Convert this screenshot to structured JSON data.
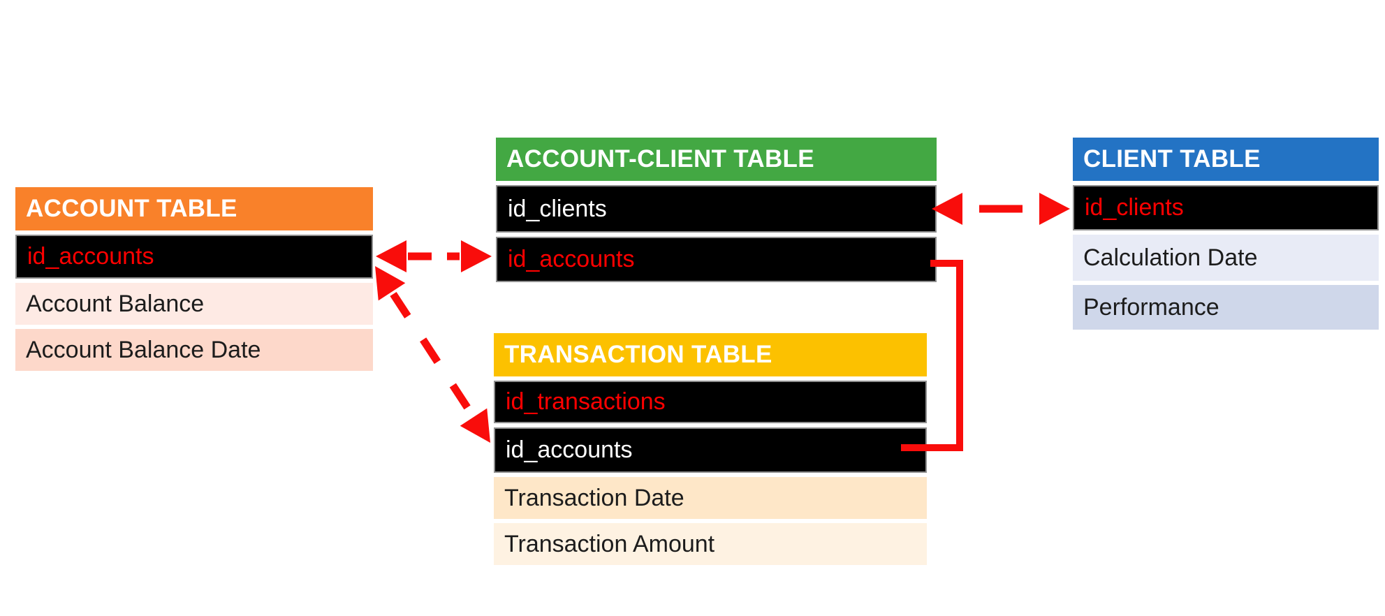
{
  "canvas": {
    "background": "#FFFFFF"
  },
  "tables": [
    {
      "title": "ACCOUNT TABLE",
      "header_color": "#F9812A",
      "rows": [
        {
          "label": "id_accounts",
          "bg": "#000000",
          "fg": "#FE0000"
        },
        {
          "label": "Account Balance",
          "bg": "#FEEAE4",
          "fg": "#1C1C1C"
        },
        {
          "label": "Account Balance Date",
          "bg": "#FDD8CA",
          "fg": "#1C1C1C"
        }
      ]
    },
    {
      "title": "ACCOUNT-CLIENT TABLE",
      "header_color": "#43A843",
      "rows": [
        {
          "label": "id_clients",
          "bg": "#000000",
          "fg": "#FFFFFF"
        },
        {
          "label": "id_accounts",
          "bg": "#000000",
          "fg": "#FE0000"
        }
      ]
    },
    {
      "title": "TRANSACTION TABLE",
      "header_color": "#FCC100",
      "rows": [
        {
          "label": "id_transactions",
          "bg": "#000000",
          "fg": "#FE0000"
        },
        {
          "label": "id_accounts",
          "bg": "#000000",
          "fg": "#FFFFFF"
        },
        {
          "label": "Transaction Date",
          "bg": "#FEE7C8",
          "fg": "#1C1C1C"
        },
        {
          "label": "Transaction Amount",
          "bg": "#FEF2E2",
          "fg": "#1C1C1C"
        }
      ]
    },
    {
      "title": "CLIENT TABLE",
      "header_color": "#2373C4",
      "rows": [
        {
          "label": "id_clients",
          "bg": "#000000",
          "fg": "#FE0000"
        },
        {
          "label": "Calculation Date",
          "bg": "#E8EBF6",
          "fg": "#1C1C1C"
        },
        {
          "label": "Performance",
          "bg": "#CFD7EA",
          "fg": "#1C1C1C"
        }
      ]
    }
  ],
  "connectors": {
    "color": "#F90D0B",
    "items": [
      {
        "from": "ACCOUNT TABLE.id_accounts",
        "to": "ACCOUNT-CLIENT TABLE.id_accounts",
        "line": "dashed",
        "arrows": "both"
      },
      {
        "from": "ACCOUNT TABLE.id_accounts",
        "to": "TRANSACTION TABLE.id_accounts",
        "line": "dashed",
        "arrows": "both"
      },
      {
        "from": "ACCOUNT-CLIENT TABLE.id_clients",
        "to": "CLIENT TABLE.id_clients",
        "line": "dashed",
        "arrows": "both"
      },
      {
        "from": "ACCOUNT-CLIENT TABLE.id_accounts",
        "to": "TRANSACTION TABLE.id_accounts",
        "line": "solid-elbow",
        "arrows": "none"
      }
    ]
  }
}
